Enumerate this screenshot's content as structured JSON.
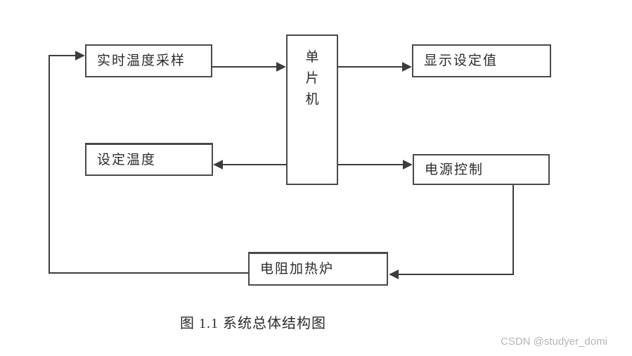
{
  "diagram": {
    "title": "系统总体结构图",
    "caption": "图 1.1 系统总体结构图",
    "nodes": {
      "sampling": {
        "label": "实时温度采样"
      },
      "settemp": {
        "label": "设定温度"
      },
      "mcu": {
        "label": "单片机"
      },
      "display": {
        "label": "显示设定值"
      },
      "power": {
        "label": "电源控制"
      },
      "furnace": {
        "label": "电阻加热炉"
      }
    },
    "edges": [
      {
        "from": "电阻加热炉",
        "to": "实时温度采样"
      },
      {
        "from": "实时温度采样",
        "to": "单片机"
      },
      {
        "from": "单片机",
        "to": "显示设定值"
      },
      {
        "from": "单片机",
        "to": "设定温度"
      },
      {
        "from": "单片机",
        "to": "电源控制"
      },
      {
        "from": "电源控制",
        "to": "电阻加热炉"
      }
    ]
  },
  "watermark": {
    "text": "CSDN @studyer_domi"
  },
  "colors": {
    "background": "#ffffff",
    "line": "#3c3c3c",
    "border": "#4a4a4a",
    "text": "#2b2b2b",
    "watermark": "#b5b5b5"
  }
}
